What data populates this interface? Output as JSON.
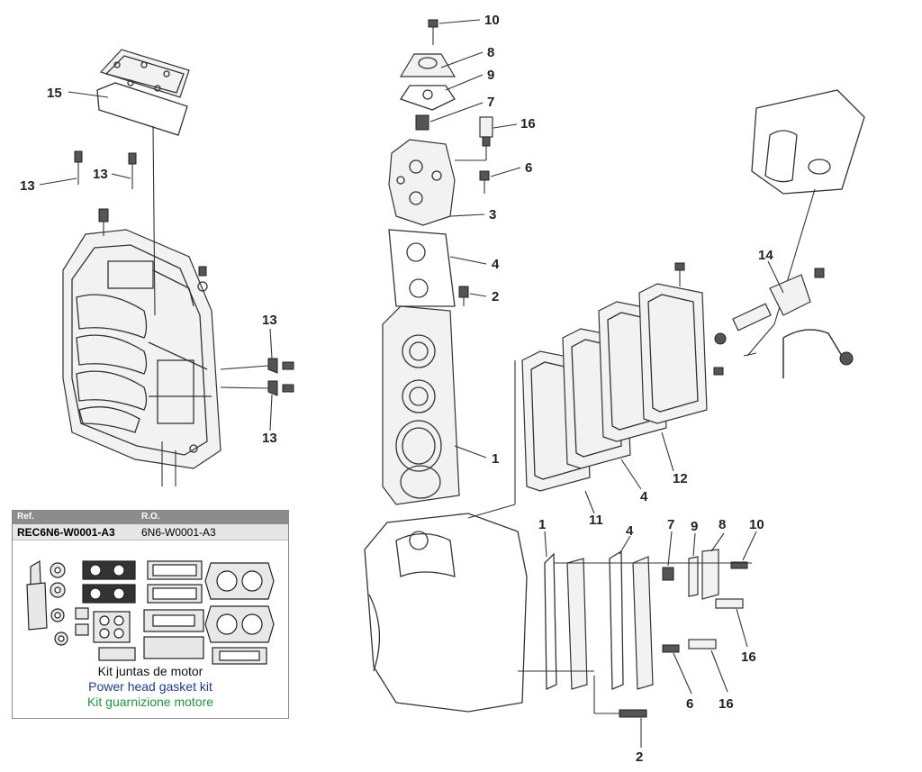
{
  "callouts": {
    "c15": "15",
    "c13a": "13",
    "c13b": "13",
    "c13c": "13",
    "c13d": "13",
    "c10a": "10",
    "c8a": "8",
    "c9a": "9",
    "c7a": "7",
    "c16a": "16",
    "c6a": "6",
    "c3": "3",
    "c4a": "4",
    "c2a": "2",
    "c14": "14",
    "c1a": "1",
    "c12": "12",
    "c4b": "4",
    "c11": "11",
    "c1b": "1",
    "c4c": "4",
    "c7b": "7",
    "c9b": "9",
    "c8b": "8",
    "c10b": "10",
    "c16b": "16",
    "c6b": "6",
    "c16c": "16",
    "c2b": "2"
  },
  "kit": {
    "ref_label": "Ref.",
    "ro_label": "R.O.",
    "ref_value": "REC6N6-W0001-A3",
    "ro_value": "6N6-W0001-A3",
    "name_es": "Kit juntas de motor",
    "name_en": "Power head gasket kit",
    "name_it": "Kit guarnizione motore"
  },
  "colors": {
    "name_en": "#1f3a93",
    "name_it": "#1a9a3a",
    "header_bg": "#8c8c8c"
  }
}
